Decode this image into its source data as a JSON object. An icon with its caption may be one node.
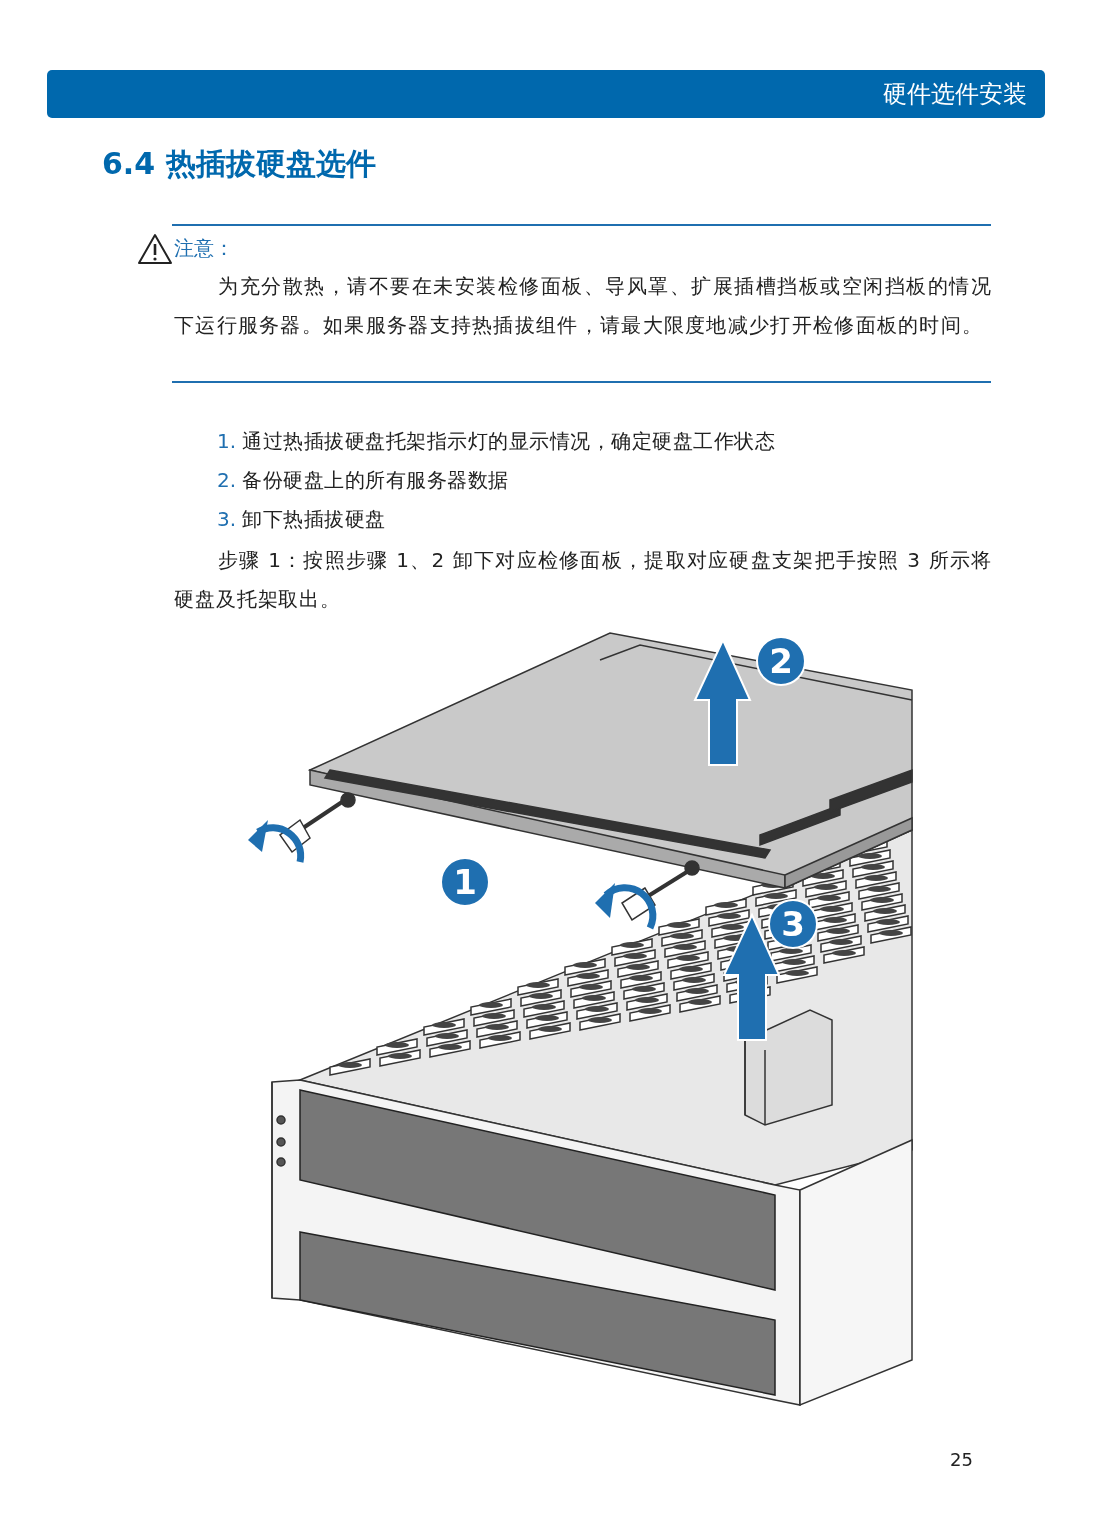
{
  "diagram": {
    "title": "6.4 热插拔硬盘选件",
    "labels": [
      "硬件选件安装",
      "注意：",
      "为充分散热，请不要在未安装检修面板、导风罩、扩展插槽挡板或空闲挡板的情况下运行服务器。如果服务器支持热插拔组件，请最大限度地减少打开检修面板的时间。",
      "1.",
      "通过热插拔硬盘托架指示灯的显示情况，确定硬盘工作状态",
      "2.",
      "备份硬盘上的所有服务器数据",
      "3.",
      "卸下热插拔硬盘",
      "步骤 1：按照步骤 1、2 卸下对应检修面板，提取对应硬盘支架把手按照 3 所示将硬盘及托架取出。",
      "2",
      "1",
      "3",
      "25"
    ]
  }
}
